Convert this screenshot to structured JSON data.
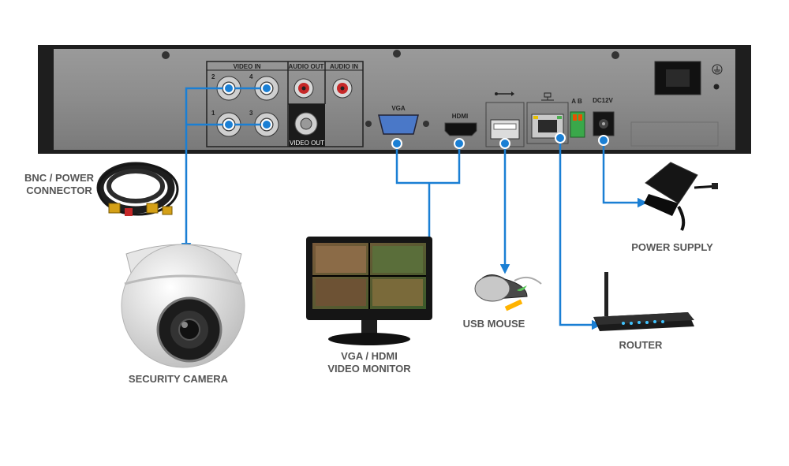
{
  "panel": {
    "video_in": "VIDEO IN",
    "audio_out": "AUDIO OUT",
    "audio_in": "AUDIO IN",
    "video_out": "VIDEO OUT",
    "ch2": "2",
    "ch4": "4",
    "ch1": "1",
    "ch3": "3",
    "vga": "VGA",
    "hdmi": "HDMI",
    "ab": "A B",
    "dc": "DC12V",
    "usb_symbol": "usb-icon",
    "network_symbol": "network-icon",
    "ground_symbol": "ground-icon"
  },
  "labels": {
    "bnc_line1": "BNC / POWER",
    "bnc_line2": "CONNECTOR",
    "camera": "SECURITY CAMERA",
    "monitor_line1": "VGA / HDMI",
    "monitor_line2": "VIDEO MONITOR",
    "mouse": "USB MOUSE",
    "power": "POWER SUPPLY",
    "router": "ROUTER"
  },
  "colors": {
    "connection_line": "#1a7fd4",
    "panel": "#8a8a8a",
    "label": "#555555"
  }
}
